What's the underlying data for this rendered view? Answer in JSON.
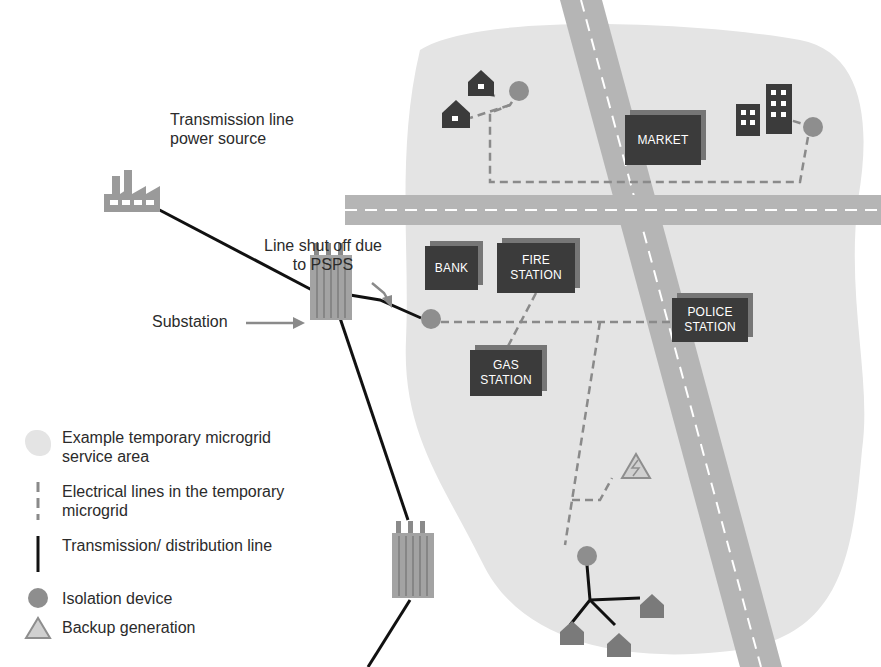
{
  "diagram": {
    "nodes": [
      {
        "text": [
          "MARKET"
        ]
      },
      {
        "text": [
          "BANK"
        ]
      },
      {
        "text": [
          "FIRE STATION"
        ]
      },
      {
        "text": [
          "POLICE STATION"
        ]
      },
      {
        "text": [
          "GAS STATION"
        ]
      }
    ],
    "edges": [
      {
        "from": 2,
        "to": 4,
        "arrow": "none"
      }
    ],
    "labels": [
      "Transmission line power source",
      "Line shut off due to PSPS",
      "Substation"
    ],
    "legend": [
      {
        "text": "Example temporary microgrid service area",
        "color": "#e4e4e4"
      },
      {
        "text": "Electrical lines in the temporary microgrid"
      },
      {
        "text": "Transmission/ distribution line"
      },
      {
        "text": "Isolation device"
      },
      {
        "text": "Backup generation"
      }
    ]
  }
}
